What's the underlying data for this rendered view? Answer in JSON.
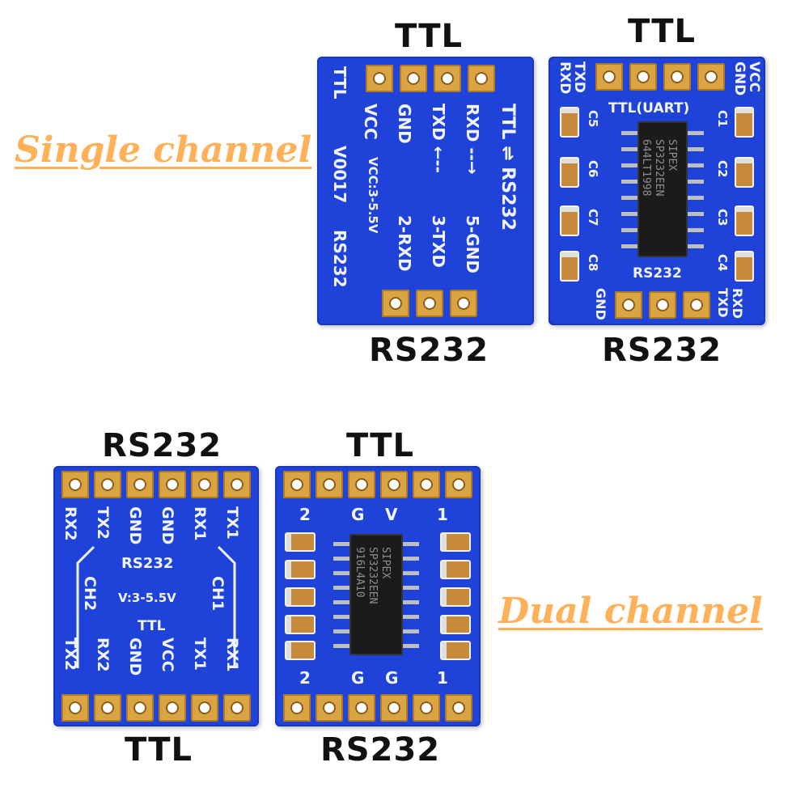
{
  "single": {
    "tag": "Single channel",
    "board1": {
      "top_caption": "TTL",
      "bottom_caption": "RS232",
      "ttl_side": "TTL",
      "pins_ttl": [
        "VCC",
        "GND",
        "TXD",
        "RXD"
      ],
      "arrow_txd": "TXD ←--",
      "arrow_rxd": "RXD --→",
      "right_label": "TTL ⇌ RS232",
      "pins_rs232": [
        "2-RXD",
        "3-TXD",
        "5-GND"
      ],
      "model": "V0017",
      "voltage": "VCC:3-5.5V",
      "left_bottom": "RS232"
    },
    "board2": {
      "top_caption": "TTL",
      "bottom_caption": "RS232",
      "top_left_pins": [
        "RXD",
        "TXD"
      ],
      "top_right_pins": [
        "GND",
        "VCC"
      ],
      "uart_label": "TTL(UART)",
      "chip_lines": [
        "SIPEX",
        "SP3232EEN",
        "644LT1998"
      ],
      "caps_left": [
        "C5",
        "C6",
        "C7",
        "C8"
      ],
      "caps_right": [
        "C1",
        "C2",
        "C3",
        "C4"
      ],
      "rs232_label": "RS232",
      "bottom_left_pin": "GND",
      "bottom_right_pins": [
        "TXD",
        "RXD"
      ]
    }
  },
  "dual": {
    "tag": "Dual channel",
    "board3": {
      "top_caption": "RS232",
      "bottom_caption": "TTL",
      "top_pins": [
        "RX2",
        "TX2",
        "GND",
        "GND",
        "RX1",
        "TX1"
      ],
      "center_title": "RS232",
      "voltage": "V:3-5.5V",
      "ttl": "TTL",
      "ch1": "CH1",
      "ch2": "CH2",
      "bottom_pins": [
        "TX2",
        "RX2",
        "GND",
        "VCC",
        "TX1",
        "RX1"
      ]
    },
    "board4": {
      "top_caption": "TTL",
      "bottom_caption": "RS232",
      "top_marks": [
        "2",
        "G",
        "V",
        "1"
      ],
      "bottom_marks": [
        "2",
        "G",
        "G",
        "1"
      ],
      "chip_lines": [
        "SIPEX",
        "SP3232EEN",
        "916L4A10"
      ]
    }
  }
}
